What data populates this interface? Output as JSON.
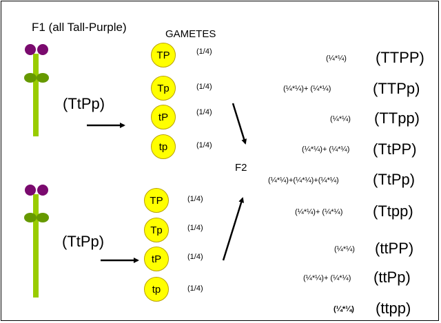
{
  "title": "F1 (all Tall-Purple)",
  "gametes_label": "GAMETES",
  "f2_label": "F2",
  "parents": [
    {
      "genotype": "(TtPp)"
    },
    {
      "genotype": "(TtPp)"
    }
  ],
  "gamete_sets": [
    [
      {
        "label": "TP",
        "prob": "(1/4)"
      },
      {
        "label": "Tp",
        "prob": "(1/4)"
      },
      {
        "label": "tP",
        "prob": "(1/4)"
      },
      {
        "label": "tp",
        "prob": "(1/4)"
      }
    ],
    [
      {
        "label": "TP",
        "prob": "(1/4)"
      },
      {
        "label": "Tp",
        "prob": "(1/4)"
      },
      {
        "label": "tP",
        "prob": "(1/4)"
      },
      {
        "label": "tp",
        "prob": "(1/4)"
      }
    ]
  ],
  "offspring": [
    {
      "calc": "(¼*¼)",
      "genotype": "(TTPP)"
    },
    {
      "calc": "(¼*¼)+ (¼*¼)",
      "genotype": "(TTPp)"
    },
    {
      "calc": "(¼*¼)",
      "genotype": "(TTpp)"
    },
    {
      "calc": "(¼*¼)+ (¼*¼)",
      "genotype": "(TtPP)"
    },
    {
      "calc": "(¼*¼)+(¼*¼)+(¼*¼)",
      "genotype": "(TtPp)"
    },
    {
      "calc": "(¼*¼)+ (¼*¼)",
      "genotype": "(Ttpp)"
    },
    {
      "calc": "(¼*¼)",
      "genotype": "(ttPP)"
    },
    {
      "calc": "(¼*¼)+ (¼*¼)",
      "genotype": "(ttPp)"
    },
    {
      "calc": "(¼*¼)",
      "genotype": "(ttpp)"
    }
  ],
  "colors": {
    "stem": "#99cc00",
    "leaf": "#669900",
    "flower": "#7a0a6e",
    "gamete_fill": "#ffff00"
  }
}
